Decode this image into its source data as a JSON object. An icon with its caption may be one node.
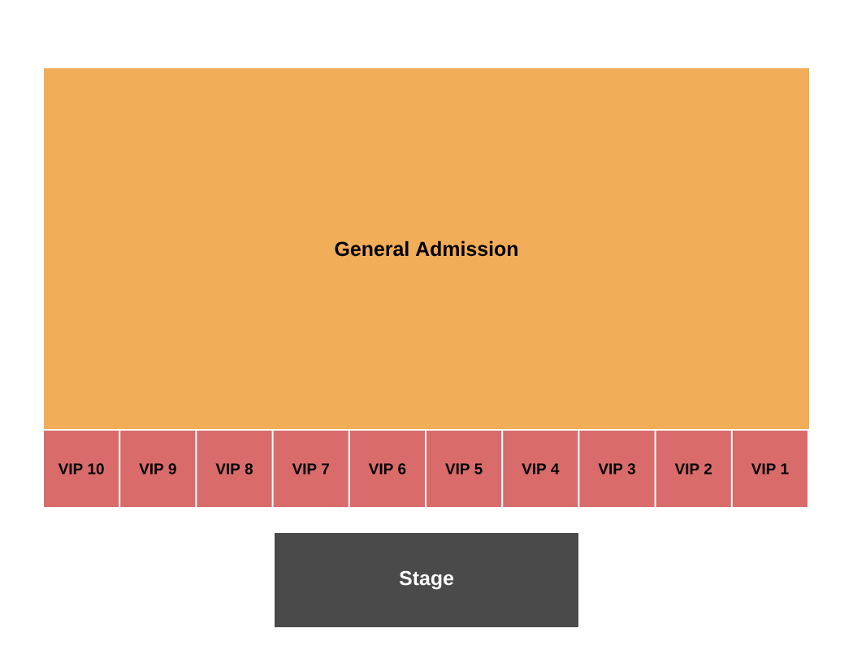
{
  "diagram": {
    "nodes": [
      {
        "text": [
          "General Admission"
        ]
      },
      {
        "text": [
          "VIP 10"
        ]
      },
      {
        "text": [
          "VIP 9"
        ]
      },
      {
        "text": [
          "VIP 8"
        ]
      },
      {
        "text": [
          "VIP 7"
        ]
      },
      {
        "text": [
          "VIP 6"
        ]
      },
      {
        "text": [
          "VIP 5"
        ]
      },
      {
        "text": [
          "VIP 4"
        ]
      },
      {
        "text": [
          "VIP 3"
        ]
      },
      {
        "text": [
          "VIP 2"
        ]
      },
      {
        "text": [
          "VIP 1"
        ]
      },
      {
        "text": [
          "Stage"
        ]
      }
    ]
  }
}
